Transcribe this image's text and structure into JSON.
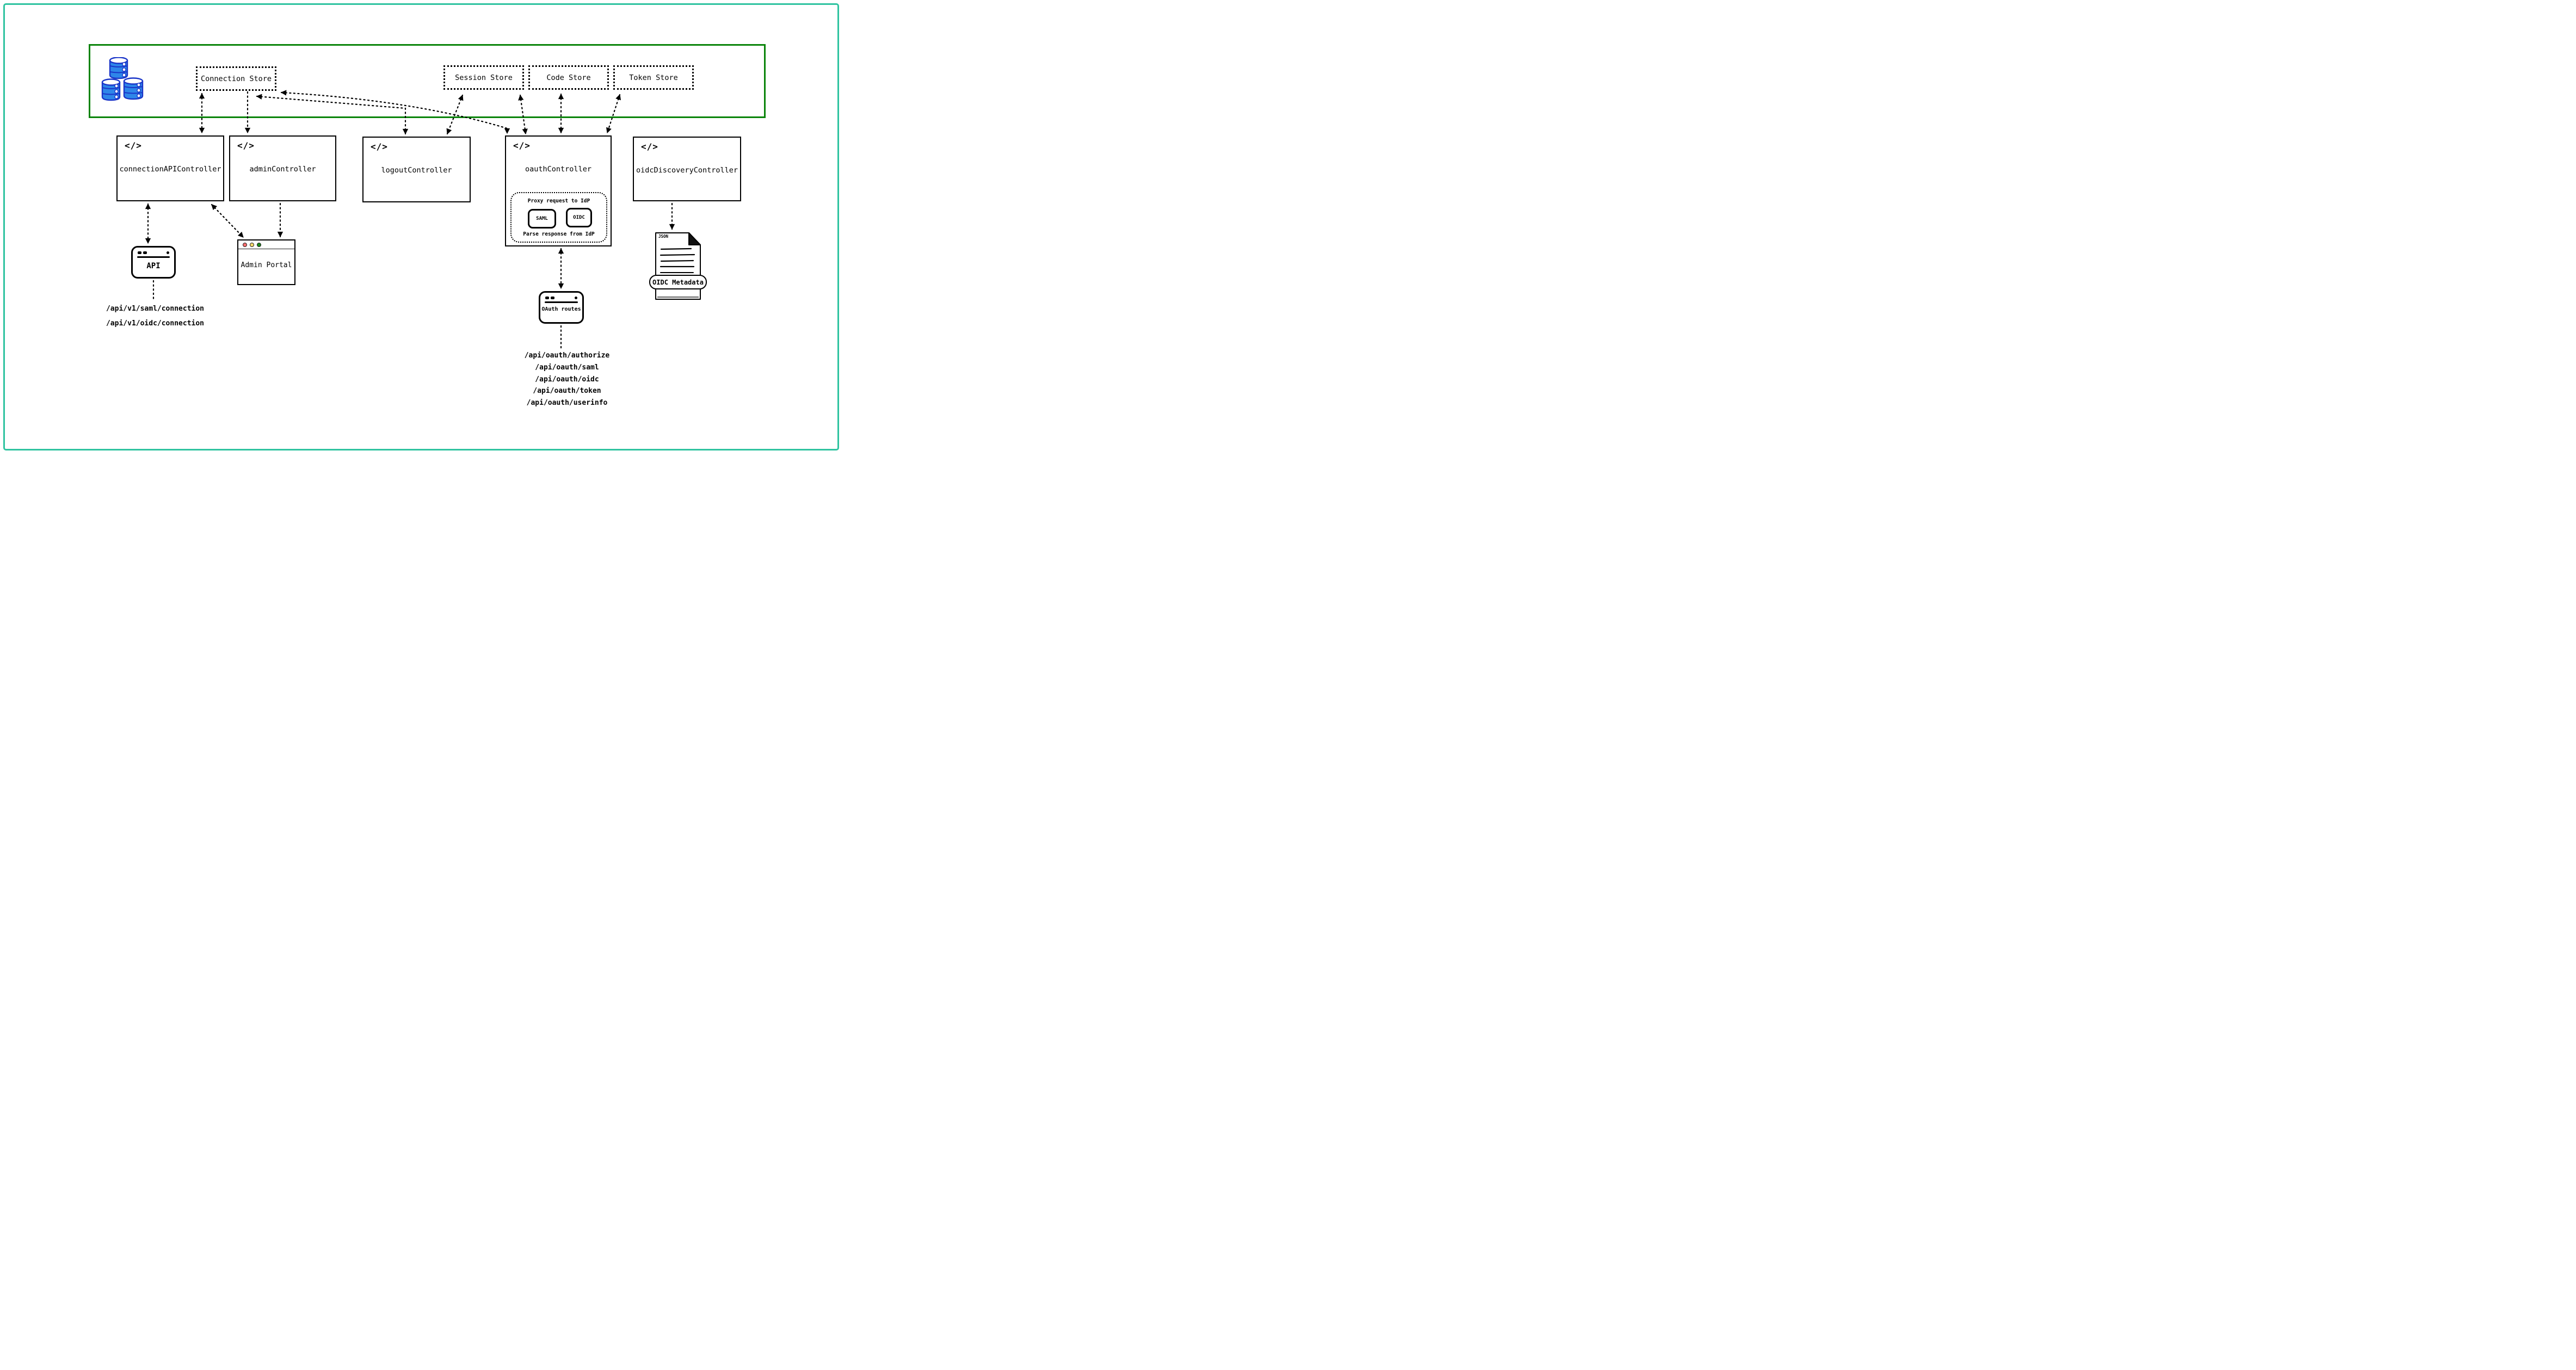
{
  "diagram": {
    "code_icon": "</>",
    "stores": [
      {
        "label": "Connection Store"
      },
      {
        "label": "Session Store"
      },
      {
        "label": "Code Store"
      },
      {
        "label": "Token Store"
      }
    ],
    "controllers": [
      {
        "label": "connectionAPIController"
      },
      {
        "label": "adminController"
      },
      {
        "label": "logoutController"
      },
      {
        "label": "oauthController"
      },
      {
        "label": "oidcDiscoveryController"
      }
    ],
    "oauth_internal": {
      "top_label": "Proxy request to IdP",
      "bottom_label": "Parse response from IdP",
      "protocols": [
        {
          "label": "SAML"
        },
        {
          "label": "OIDC"
        }
      ]
    },
    "api_window": {
      "label": "API"
    },
    "admin_portal": {
      "label": "Admin Portal"
    },
    "oauth_routes_window": {
      "label": "OAuth routes"
    },
    "oidc_metadata": {
      "file_type_label": "JSON",
      "banner_label": "OIDC Metadata"
    },
    "api_endpoints": [
      "/api/v1/saml/connection",
      "/api/v1/oidc/connection"
    ],
    "oauth_endpoints": [
      "/api/oauth/authorize",
      "/api/oauth/saml",
      "/api/oauth/oidc",
      "/api/oauth/token",
      "/api/oauth/userinfo"
    ],
    "connections": [
      {
        "from": "connectionAPIController",
        "to": "Connection Store",
        "bidirectional": true
      },
      {
        "from": "Connection Store",
        "to": "adminController",
        "bidirectional": false
      },
      {
        "from": "logoutController",
        "to": "Connection Store",
        "bidirectional": true
      },
      {
        "from": "oauthController",
        "to": "Connection Store",
        "bidirectional": true
      },
      {
        "from": "logoutController",
        "to": "Session Store",
        "bidirectional": true
      },
      {
        "from": "oauthController",
        "to": "Session Store",
        "bidirectional": true
      },
      {
        "from": "oauthController",
        "to": "Code Store",
        "bidirectional": true
      },
      {
        "from": "oauthController",
        "to": "Token Store",
        "bidirectional": true
      },
      {
        "from": "connectionAPIController",
        "to": "API",
        "bidirectional": true
      },
      {
        "from": "connectionAPIController",
        "to": "Admin Portal",
        "bidirectional": true
      },
      {
        "from": "adminController",
        "to": "Admin Portal",
        "bidirectional": false
      },
      {
        "from": "oauthController",
        "to": "OAuth routes",
        "bidirectional": true
      },
      {
        "from": "oidcDiscoveryController",
        "to": "OIDC Metadata",
        "bidirectional": false
      }
    ],
    "colors": {
      "outer_frame": "#2fc3a0",
      "store_zone_border": "#0a840a",
      "database_fill": "#2e86e9",
      "database_stroke": "#1a35c8",
      "traffic_red": "#f96d6d",
      "traffic_yellow": "#f7d96b",
      "traffic_green": "#1c891c"
    }
  }
}
